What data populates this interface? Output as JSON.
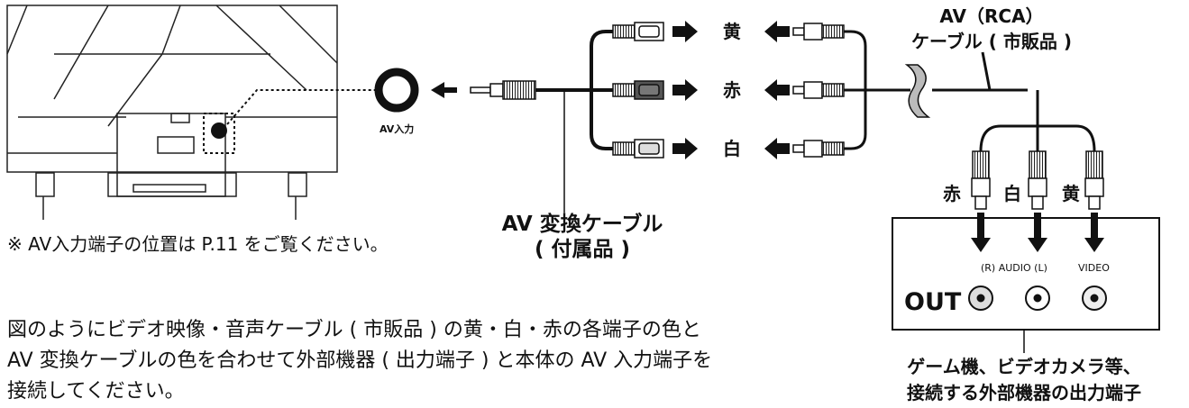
{
  "note": "※ AV入力端子の位置は P.11 をご覧ください。",
  "instructions": [
    "図のようにビデオ映像・音声ケーブル ( 市販品 ) の黄・白・赤の各端子の色と",
    "AV 変換ケーブルの色を合わせて外部機器 ( 出力端子 ) と本体の AV 入力端子を",
    "接続してください。"
  ],
  "av_input_label": "AV入力",
  "conversion_cable": {
    "line1": "AV 変換ケーブル",
    "line2": "( 付属品 )"
  },
  "rca_cable": {
    "line1": "AV（RCA）",
    "line2": "ケーブル ( 市販品 )"
  },
  "plug_colors": {
    "yellow": "黄",
    "red": "赤",
    "white": "白"
  },
  "output_panel": {
    "out_label": "OUT",
    "audio_label": "(R) AUDIO (L)",
    "video_label": "VIDEO"
  },
  "device_caption": {
    "line1": "ゲーム機、ビデオカメラ等、",
    "line2": "接続する外部機器の出力端子"
  },
  "colors": {
    "ink": "#111111",
    "plug_red_band": "#555555",
    "plug_white": "#ffffff",
    "tv_line": "#222222"
  }
}
